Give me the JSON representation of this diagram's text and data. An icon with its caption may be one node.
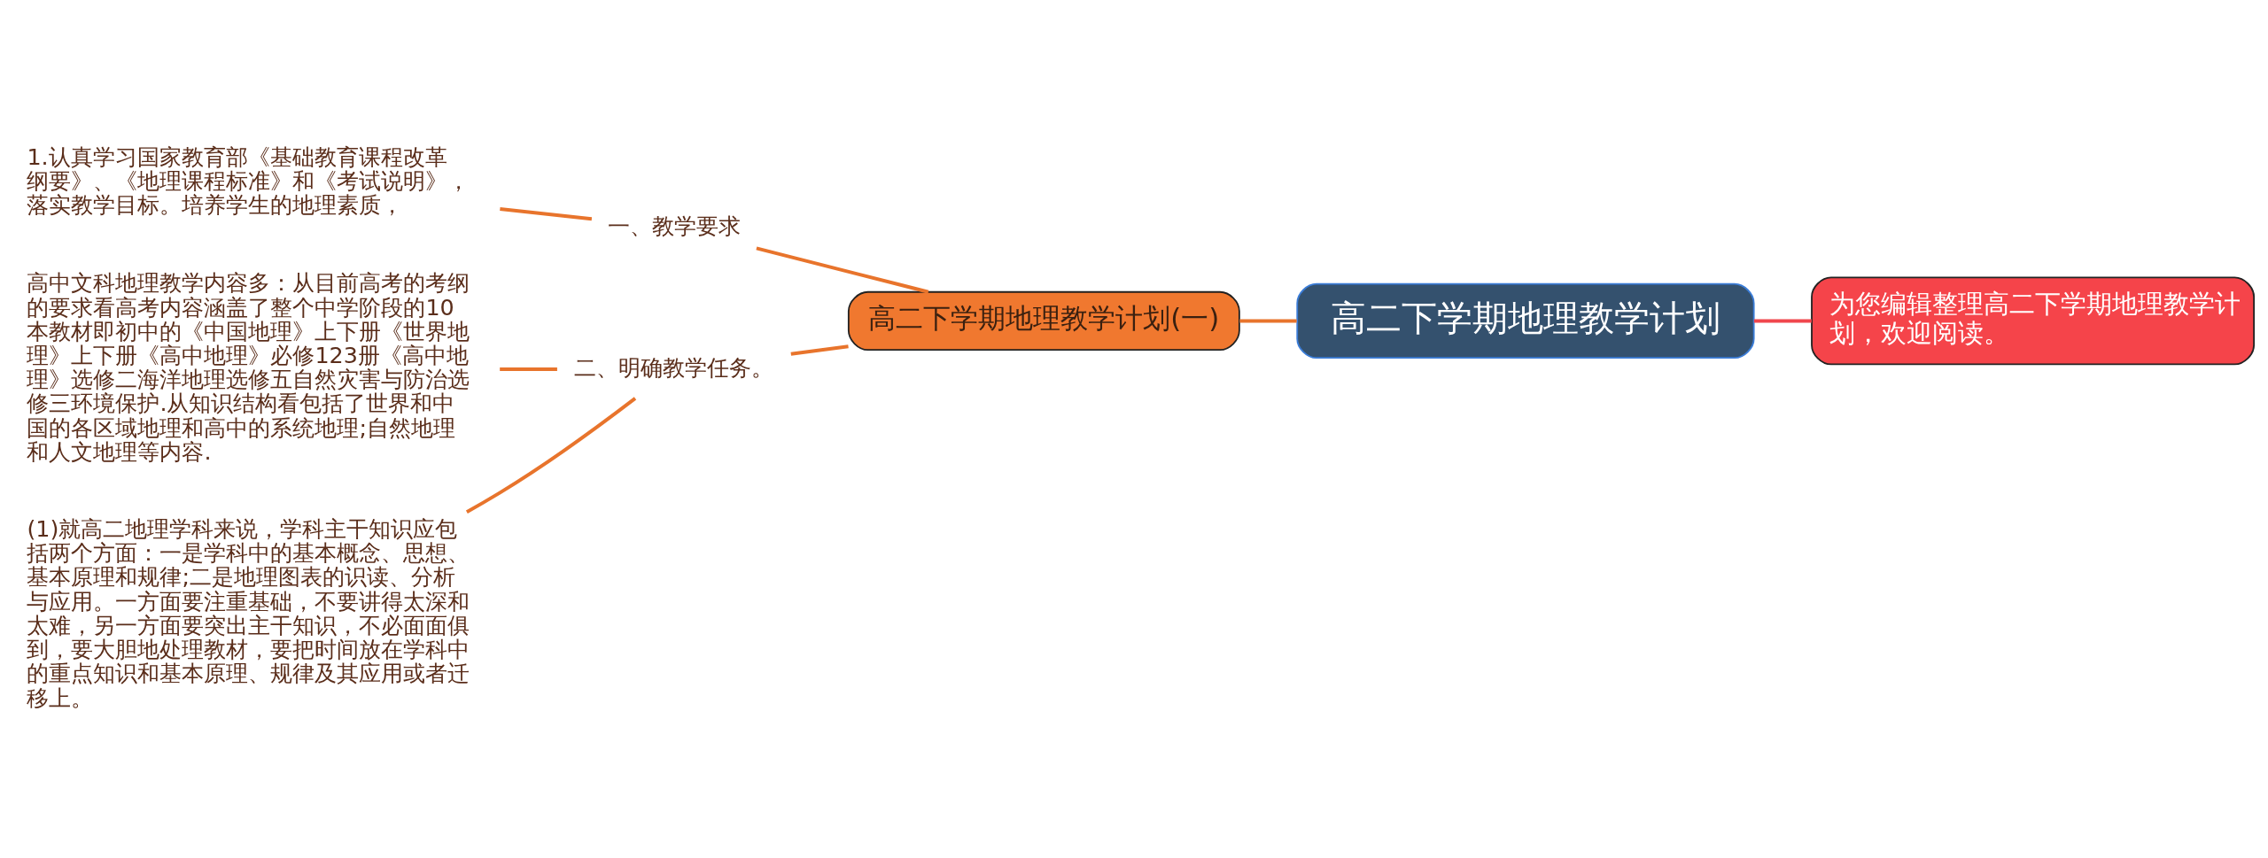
{
  "diagram": {
    "nodes": [
      {
        "text": [
          "高二下学期地理教学计划"
        ]
      },
      {
        "text": [
          "为您编辑整理高二下学期地理教学计划，欢迎阅读。"
        ]
      },
      {
        "text": [
          "高二下学期地理教学计划(一)"
        ]
      },
      {
        "text": [
          "一、教学要求"
        ]
      },
      {
        "text": [
          "二、明确教学任务。"
        ]
      },
      {
        "text": [
          "1.认真学习国家教育部《基础教育课程改革纲要》、《地理课程标准》和《考试说明》，落实教学目标。培养学生的地理素质，"
        ]
      },
      {
        "text": [
          "高中文科地理教学内容多：从目前高考的考纲的要求看高考内容涵盖了整个中学阶段的10本教材即初中的《中国地理》上下册《世界地理》上下册《高中地理》必修123册《高中地理》选修二海洋地理选修五自然灾害与防治选修三环境保护.从知识结构看包括了世界和中国的各区域地理和高中的系统地理;自然地理和人文地理等内容."
        ]
      },
      {
        "text": [
          "(1)就高二地理学科来说，学科主干知识应包括两个方面：一是学科中的基本概念、思想、基本原理和规律;二是地理图表的识读、分析与应用。一方面要注重基础，不要讲得太深和太难，另一方面要突出主干知识，不必面面俱到，要大胆地处理教材，要把时间放在学科中的重点知识和基本原理、规律及其应用或者迁移上。"
        ]
      }
    ],
    "edges": [
      {
        "from": 0,
        "to": 1,
        "arrow": "none",
        "color": "#f0474d"
      },
      {
        "from": 0,
        "to": 2,
        "arrow": "none"
      },
      {
        "from": 2,
        "to": 3,
        "arrow": "none"
      },
      {
        "from": 2,
        "to": 4,
        "arrow": "none"
      },
      {
        "from": 3,
        "to": 5,
        "arrow": "none"
      },
      {
        "from": 4,
        "to": 6,
        "arrow": "none"
      },
      {
        "from": 4,
        "to": 7,
        "arrow": "none"
      }
    ]
  }
}
